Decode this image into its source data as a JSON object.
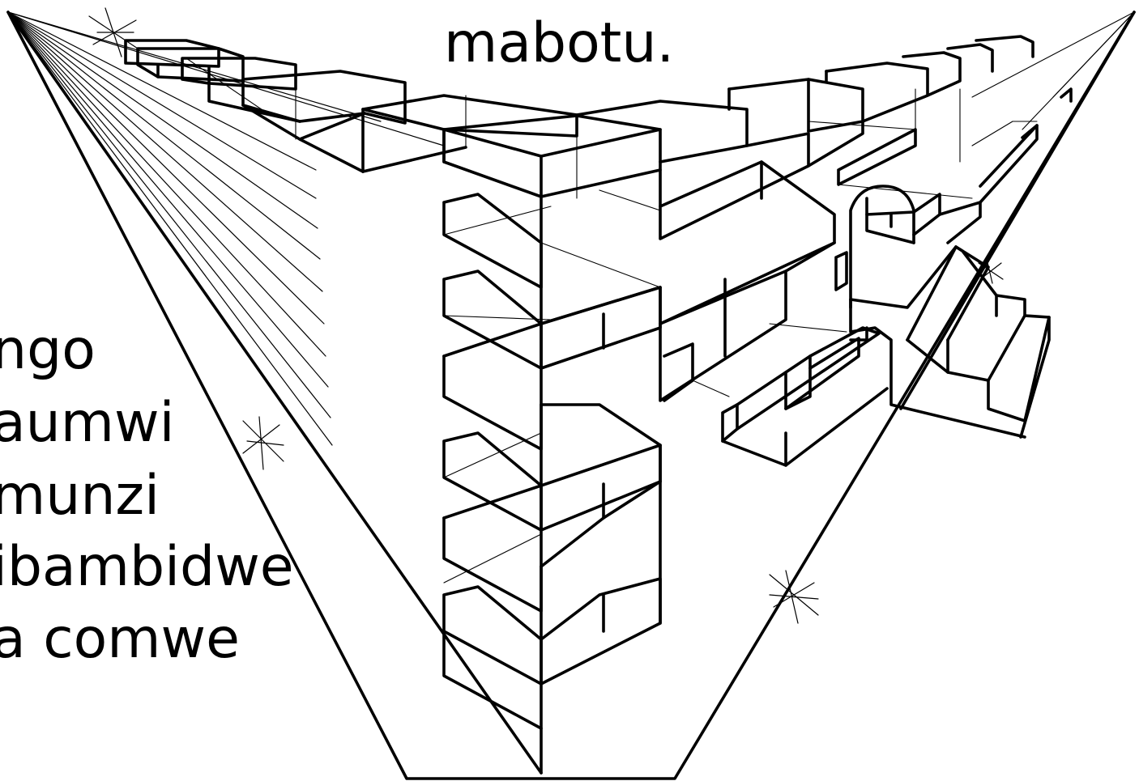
{
  "title": "mabotu.",
  "left_text_lines": [
    "ngo",
    "aumwi",
    "munzi",
    "ibambidwe",
    "a comwe"
  ],
  "colors": {
    "ink": "#000000",
    "paper": "#ffffff"
  },
  "illustration": {
    "kind": "three-point perspective line drawing",
    "subject": "city buildings viewed from above converging to a corner",
    "icons": [
      "vanishing-point-star-icon"
    ]
  }
}
